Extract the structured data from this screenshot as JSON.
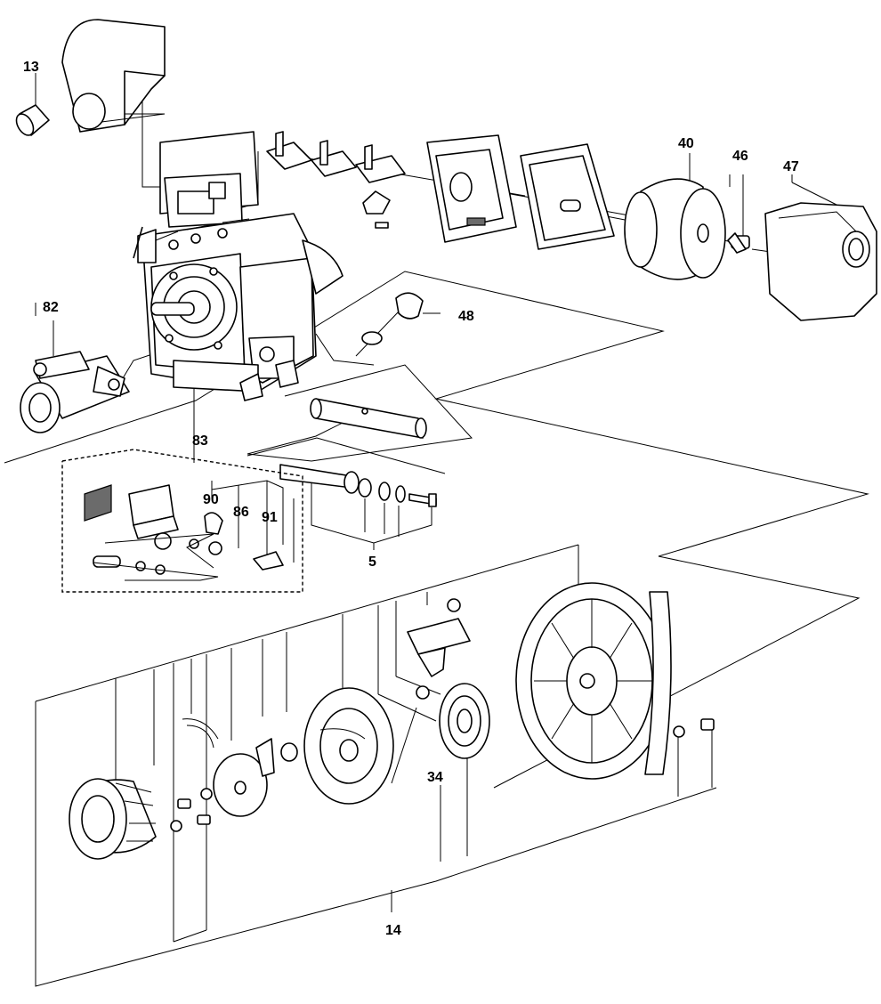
{
  "diagram": {
    "callouts": {
      "p13": "13",
      "p40": "40",
      "p46": "46",
      "p47": "47",
      "p82": "82",
      "p48": "48",
      "p83": "83",
      "p90": "90",
      "p86": "86",
      "p91": "91",
      "p5": "5",
      "p34": "34",
      "p14": "14"
    }
  }
}
